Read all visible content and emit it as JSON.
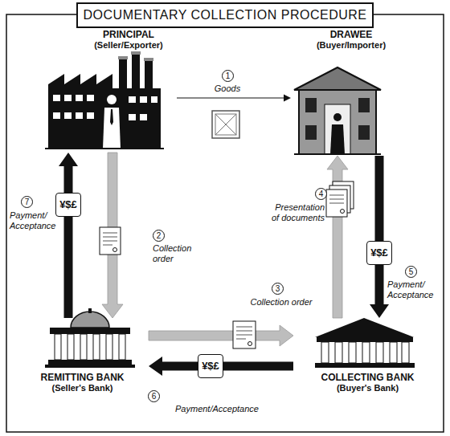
{
  "diagram": {
    "title": "DOCUMENTARY COLLECTION PROCEDURE",
    "nodes": [
      {
        "text": [
          "PRINCIPAL",
          "(Seller/Exporter)"
        ]
      },
      {
        "text": [
          "DRAWEE",
          "(Buyer/Importer)"
        ]
      },
      {
        "text": [
          "REMITTING BANK",
          "(Seller's Bank)"
        ]
      },
      {
        "text": [
          "COLLECTING BANK",
          "(Buyer's Bank)"
        ]
      }
    ],
    "edges": [
      {
        "from": 0,
        "to": 1,
        "label": "Goods",
        "arrow": "to"
      },
      {
        "from": 0,
        "to": 2,
        "label": "Collection order",
        "arrow": "to"
      },
      {
        "from": 2,
        "to": 3,
        "label": "Collection order",
        "arrow": "to"
      },
      {
        "from": 3,
        "to": 1,
        "label": "Presentation of documents",
        "arrow": "to"
      },
      {
        "from": 1,
        "to": 3,
        "label": "Payment/ Acceptance",
        "arrow": "to"
      },
      {
        "from": 3,
        "to": 2,
        "label": "Payment/Acceptance",
        "arrow": "to"
      },
      {
        "from": 2,
        "to": 0,
        "label": "Payment/ Acceptance",
        "arrow": "to"
      }
    ],
    "labels": [
      "1",
      "2",
      "3",
      "4",
      "5",
      "6",
      "7",
      "¥$£",
      "¥$£",
      "¥$£"
    ]
  }
}
